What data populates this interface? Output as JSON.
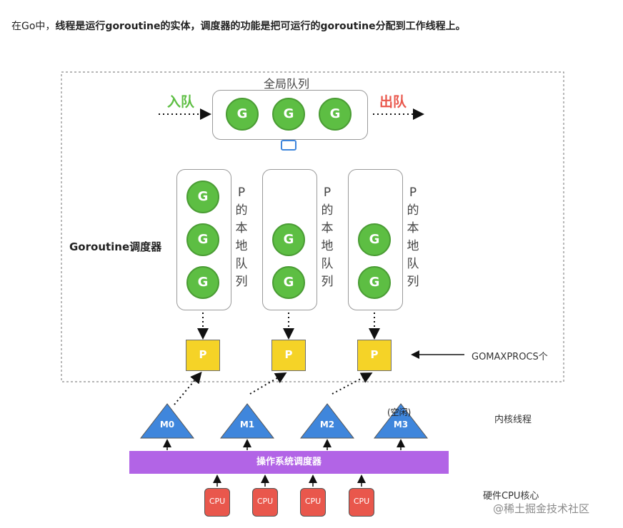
{
  "caption": {
    "prefix": "在Go中，",
    "bold": "线程是运行goroutine的实体，调度器的功能是把可运行的goroutine分配到工作线程上。"
  },
  "global_queue": {
    "title": "全局队列",
    "enqueue": "入队",
    "dequeue": "出队",
    "items": [
      "G",
      "G",
      "G"
    ]
  },
  "scheduler_label": "Goroutine调度器",
  "local_queues": [
    {
      "label_chars": [
        "P",
        "的",
        "本",
        "地",
        "队",
        "列"
      ],
      "items": [
        "G",
        "G",
        "G"
      ]
    },
    {
      "label_chars": [
        "P",
        "的",
        "本",
        "地",
        "队",
        "列"
      ],
      "items": [
        "G",
        "G"
      ]
    },
    {
      "label_chars": [
        "P",
        "的",
        "本",
        "地",
        "队",
        "列"
      ],
      "items": [
        "G",
        "G"
      ]
    }
  ],
  "processors": [
    "P",
    "P",
    "P"
  ],
  "gomaxprocs_label": "GOMAXPROCS个",
  "threads": [
    {
      "name": "M0",
      "note": ""
    },
    {
      "name": "M1",
      "note": ""
    },
    {
      "name": "M2",
      "note": ""
    },
    {
      "name": "M3",
      "note": "(空闲)"
    }
  ],
  "kernel_thread_label": "内核线程",
  "os_scheduler_label": "操作系统调度器",
  "cpus": [
    "CPU",
    "CPU",
    "CPU",
    "CPU"
  ],
  "cpu_label": "硬件CPU核心",
  "watermark": "@稀土掘金技术社区",
  "colors": {
    "goroutine": "#5dbe43",
    "processor": "#f5d327",
    "thread": "#3f86dc",
    "os_bar": "#b264e6",
    "cpu": "#e9574c",
    "enqueue": "#5dbe43",
    "dequeue": "#e9574c"
  }
}
